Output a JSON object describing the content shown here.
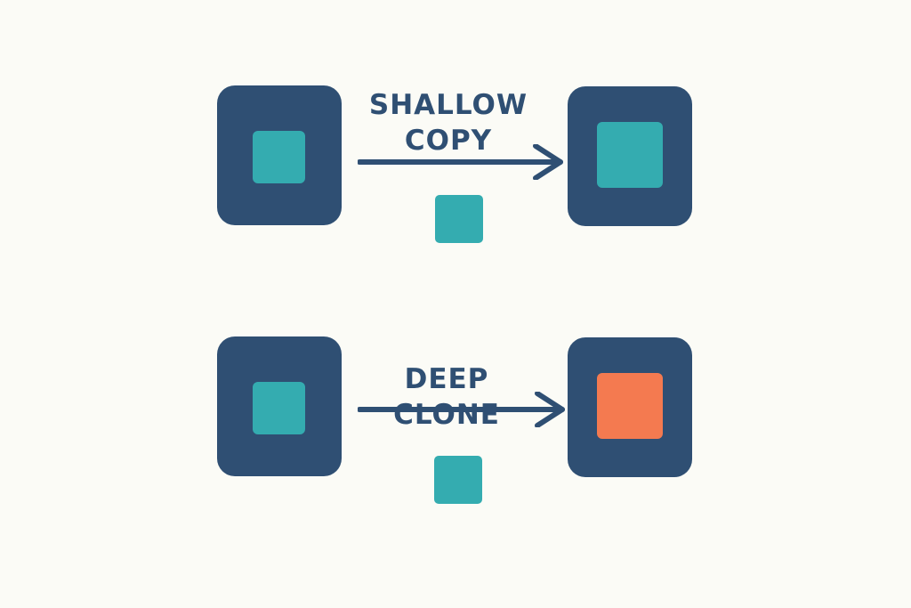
{
  "colors": {
    "background": "#fbfbf6",
    "container": "#2f4f73",
    "shared_object": "#34acb0",
    "new_object": "#f47a50",
    "text": "#2f4f73"
  },
  "shallow": {
    "label_line1": "SHALLOW",
    "label_line2": "COPY"
  },
  "deep": {
    "label_line1": "DEEP",
    "label_line2": "CLONE"
  }
}
